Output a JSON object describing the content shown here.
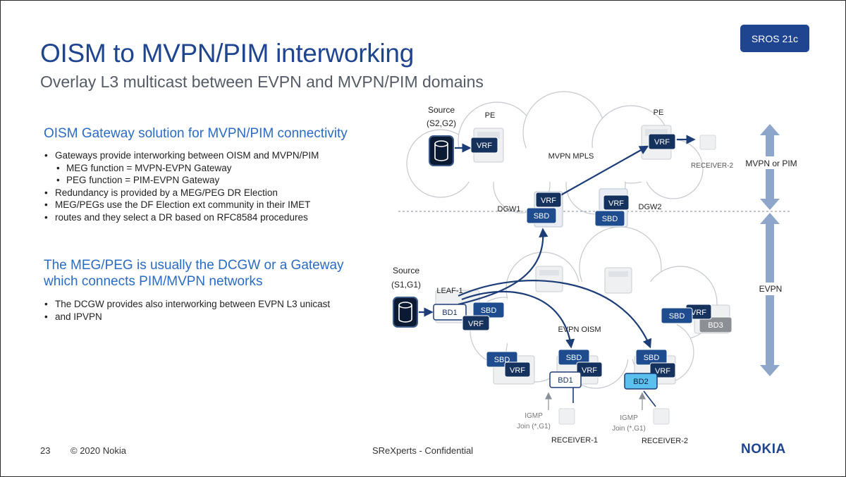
{
  "badge": "SROS 21c",
  "title": "OISM to MVPN/PIM interworking",
  "subtitle": "Overlay L3 multicast between EVPN and MVPN/PIM domains",
  "section1": {
    "heading": "OISM Gateway solution for MVPN/PIM connectivity",
    "bullets": [
      "Gateways provide interworking between OISM and MVPN/PIM",
      "MEG function = MVPN-EVPN Gateway",
      "PEG function = PIM-EVPN Gateway",
      "Redundancy is provided by a MEG/PEG DR Election",
      "MEG/PEGs use the DF Election ext community in their IMET",
      "routes and they select a DR based on RFC8584 procedures"
    ]
  },
  "section2": {
    "heading_line1": "The MEG/PEG is usually the DCGW or a Gateway",
    "heading_line2": "which connects PIM/MVPN networks",
    "bullets": [
      "The DCGW provides also interworking between EVPN L3 unicast",
      "and IPVPN"
    ]
  },
  "diagram": {
    "source_top": [
      "Source",
      "(S2,G2)"
    ],
    "source_left": [
      "Source",
      "(S1,G1)"
    ],
    "pe_left": "PE",
    "pe_right": "PE",
    "mvpn_mpls": "MVPN MPLS",
    "receiver2_top": "RECEIVER-2",
    "dgw1": "DGW1",
    "dgw2": "DGW2",
    "leaf1": "LEAF-1",
    "evpn_oism": "EVPN OISM",
    "vrf": "VRF",
    "sbd": "SBD",
    "bd1": "BD1",
    "bd2": "BD2",
    "bd3": "BD3",
    "igmp1": [
      "IGMP",
      "Join (*,G1)"
    ],
    "igmp2": [
      "IGMP",
      "Join (*,G1)"
    ],
    "receiver1": "RECEIVER-1",
    "receiver2": "RECEIVER-2",
    "domain_top": "MVPN or PIM",
    "domain_bottom": "EVPN"
  },
  "footer": {
    "page": "23",
    "copyright": "© 2020 Nokia",
    "center": "SReXperts - Confidential",
    "logo": "NOKIA"
  },
  "colors": {
    "brand": "#1f4591",
    "heading": "#2a6bc4",
    "box_dark": "#15325e",
    "box_mid": "#1e4c8e",
    "bd2": "#5cc0ef",
    "arrow": "#1c3d78",
    "domain_arrow": "#8ea6c9"
  }
}
